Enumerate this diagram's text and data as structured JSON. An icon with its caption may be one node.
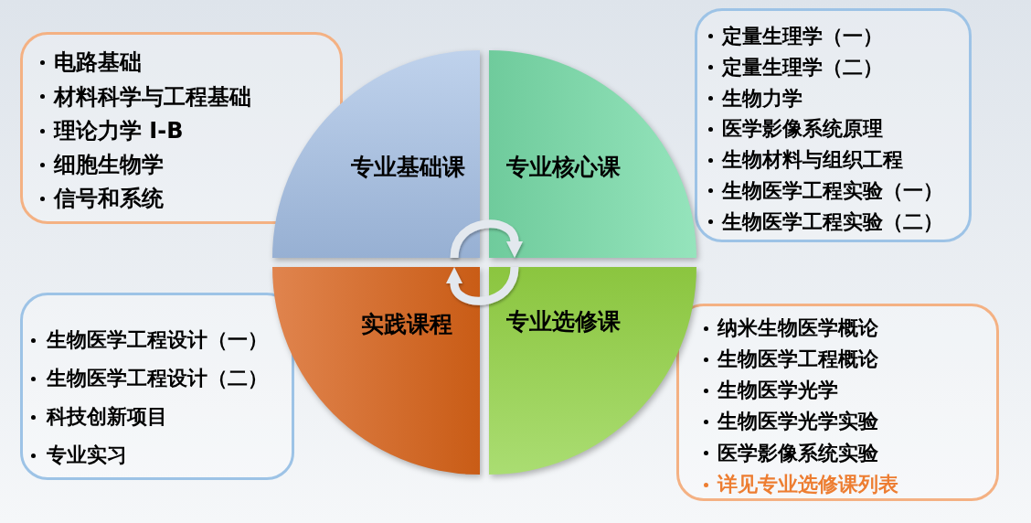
{
  "diagram": {
    "nodes": [
      {
        "text": [
          "电路基础",
          "材料科学与工程基础",
          "理论力学 I-B",
          "细胞生物学",
          "信号和系统"
        ]
      },
      {
        "text": [
          "定量生理学（一）",
          "定量生理学（二）",
          "生物力学",
          "医学影像系统原理",
          "生物材料与组织工程",
          "生物医学工程实验（一）",
          "生物医学工程实验（二）"
        ]
      },
      {
        "text": [
          "专业基础课"
        ]
      },
      {
        "text": [
          "专业核心课"
        ]
      },
      {
        "text": [
          "实践课程"
        ]
      },
      {
        "text": [
          "专业选修课"
        ]
      },
      {
        "text": [
          "生物医学工程设计（一）",
          "生物医学工程设计（二）",
          "科技创新项目",
          "专业实习"
        ]
      },
      {
        "text": [
          "纳米生物医学概论",
          "生物医学工程概论",
          "生物医学光学",
          "生物医学光学实验",
          "医学影像系统实验",
          "详见专业选修课列表"
        ]
      }
    ],
    "edges": [
      {
        "from": 2,
        "to": 3,
        "arrow": "to"
      },
      {
        "from": 5,
        "to": 4,
        "arrow": "to"
      }
    ]
  }
}
